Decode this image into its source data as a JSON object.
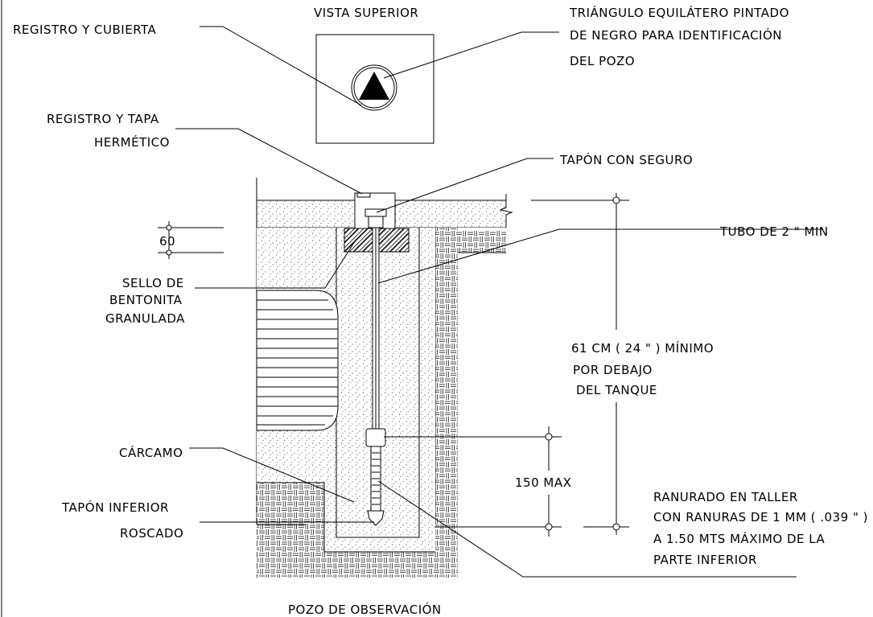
{
  "labels": {
    "vista_superior": "VISTA SUPERIOR",
    "registro_cubierta": "REGISTRO Y CUBIERTA",
    "triangulo_1": "TRIÁNGULO EQUILÁTERO PINTADO",
    "triangulo_2": "DE NEGRO PARA IDENTIFICACIÓN",
    "triangulo_3": "DEL POZO",
    "registro_tapa_1": "REGISTRO Y TAPA",
    "registro_tapa_2": "HERMÉTICO",
    "tapon_seguro": "TAPÓN CON SEGURO",
    "tubo": "TUBO DE 2 \" MIN",
    "dim_60": "60",
    "sello_1": "SELLO DE",
    "sello_2": "BENTONITA",
    "sello_3": "GRANULADA",
    "min_1": "61 CM ( 24 \" ) MÍNIMO",
    "min_2": "POR DEBAJO",
    "min_3": "DEL TANQUE",
    "carcamo": "CÁRCAMO",
    "max_150": "150 MAX",
    "tapon_inf_1": "TAPÓN INFERIOR",
    "tapon_inf_2": "ROSCADO",
    "ranurado_1": "RANURADO EN TALLER",
    "ranurado_2": "CON RANURAS DE 1 MM ( .039 \" )",
    "ranurado_3": "A 1.50 MTS MÁXIMO DE LA",
    "ranurado_4": "PARTE INFERIOR",
    "titulo": "POZO DE OBSERVACIÓN"
  }
}
